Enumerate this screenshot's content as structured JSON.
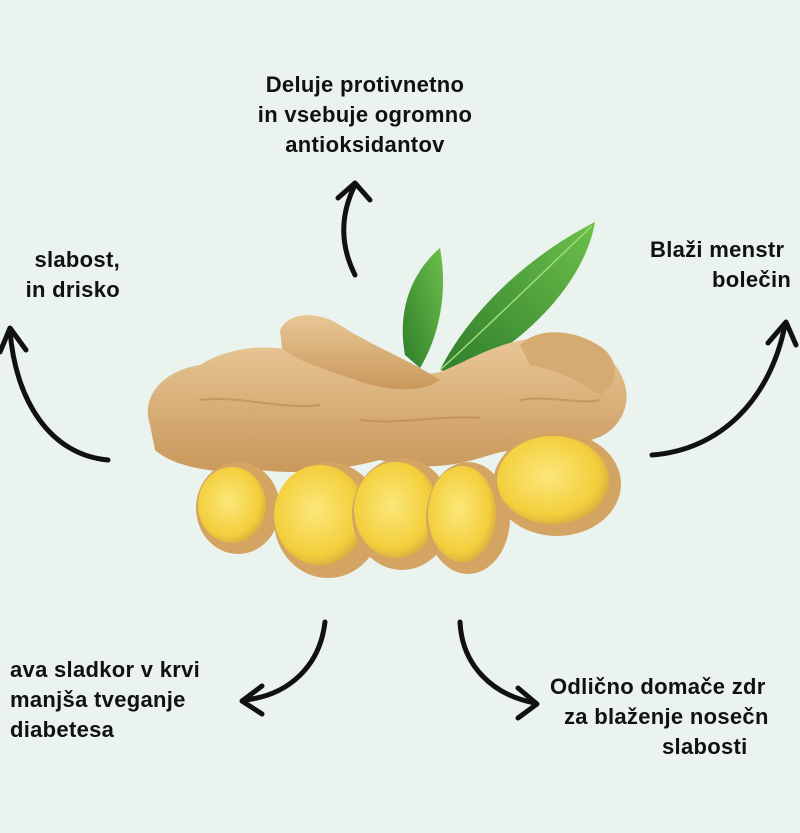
{
  "labels": {
    "top": {
      "lines": [
        "Deluje protivnetno",
        "in vsebuje ogromno",
        "antioksidantov"
      ]
    },
    "left": {
      "lines": [
        "slabost,",
        "in drisko"
      ]
    },
    "right": {
      "lines": [
        "Blaži menstr",
        "bolečin"
      ]
    },
    "bottom_left": {
      "lines": [
        "ava sladkor v krvi",
        "manjša tveganje",
        "diabetesa"
      ]
    },
    "bottom_right": {
      "lines": [
        "Odlično domače zdr",
        "za blaženje nosečn",
        "slabosti"
      ]
    }
  },
  "colors": {
    "background": "#ebf3ee",
    "text": "#111111",
    "arrow": "#111111",
    "ginger_skin": "#d9b27c",
    "ginger_flesh": "#f5d64a",
    "leaf": "#3f9a3a"
  },
  "image": {
    "subject": "ginger-root-with-slices-and-leaves"
  }
}
